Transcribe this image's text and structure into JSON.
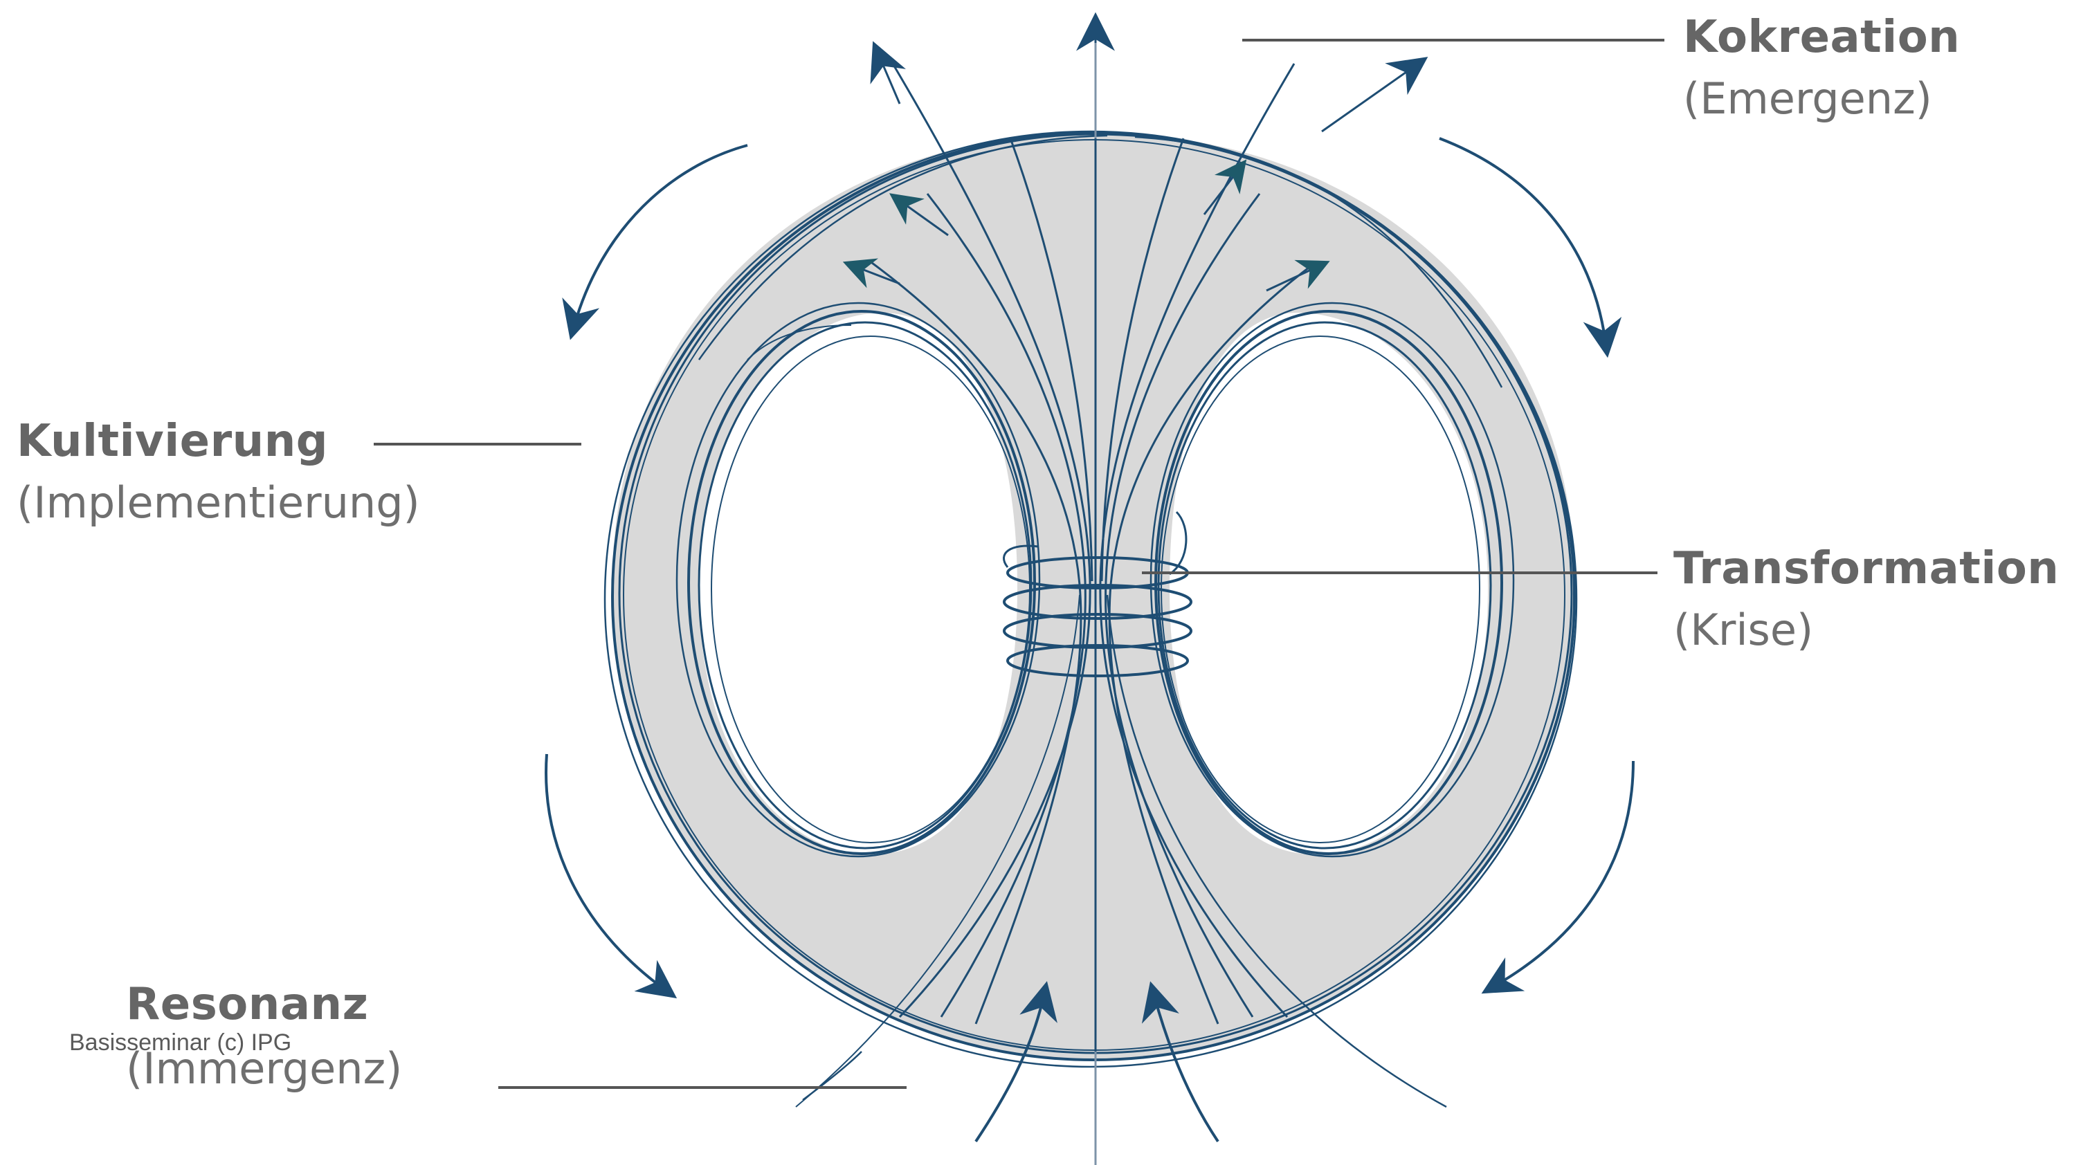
{
  "labels": {
    "kokreation": {
      "title": "Kokreation",
      "sub": "(Emergenz)"
    },
    "kultivierung": {
      "title": "Kultivierung",
      "sub": "(Implementierung)"
    },
    "transformation": {
      "title": "Transformation",
      "sub": "(Krise)"
    },
    "resonanz": {
      "title": "Resonanz",
      "sub": "(Immergenz)"
    }
  },
  "watermark": "Basisseminar (c) IPG",
  "colors": {
    "stroke": "#1e4d73",
    "fill": "#d9d9d9",
    "leader": "#555555",
    "arrowhead": "#1e5a6a"
  }
}
